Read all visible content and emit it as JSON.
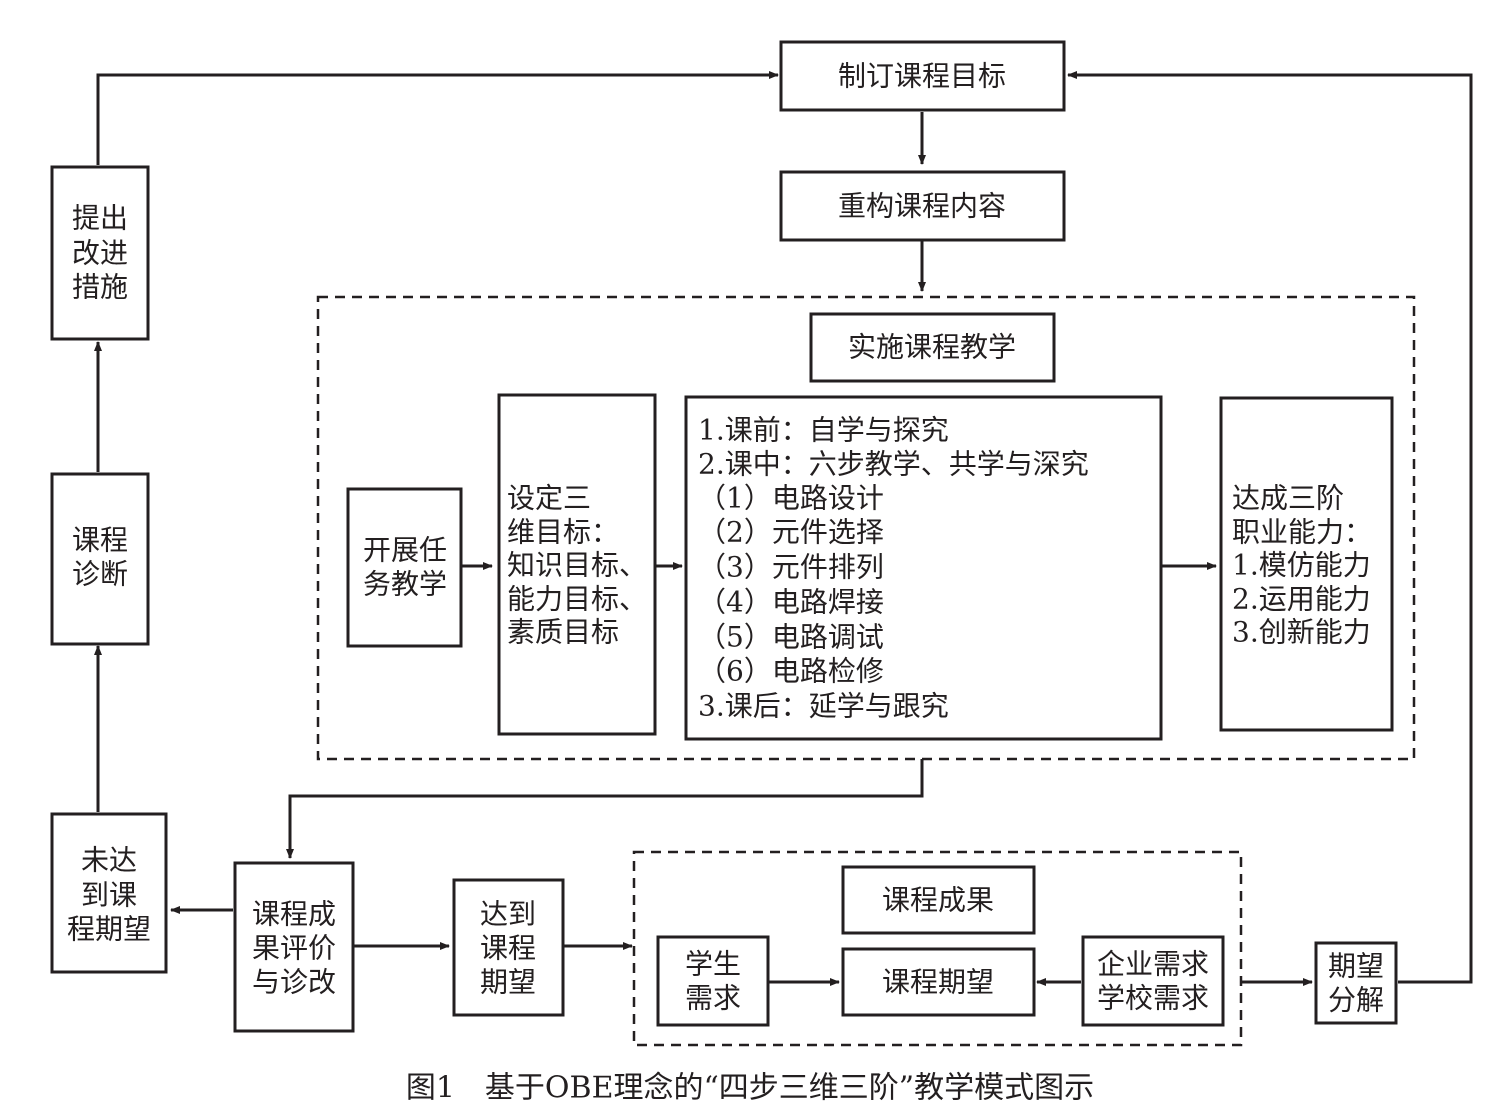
{
  "nodes": {
    "set_goal": "制订课程目标",
    "rebuild_content": "重构课程内容",
    "implement_teaching": "实施课程教学",
    "task_teaching": [
      "开展任",
      "务教学"
    ],
    "three_dim_goals": [
      "设定三",
      "维目标：",
      "知识目标、",
      "能力目标、",
      "素质目标"
    ],
    "process": [
      "1.课前：自学与探究",
      "2.课中：六步教学、共学与深究",
      "（1）电路设计",
      "（2）元件选择",
      "（3）元件排列",
      "（4）电路焊接",
      "（5）电路调试",
      "（6）电路检修",
      "3.课后：延学与跟究"
    ],
    "three_abilities": [
      "达成三阶",
      "职业能力：",
      "1.模仿能力",
      "2.运用能力",
      "3.创新能力"
    ],
    "improve": [
      "提出",
      "改进",
      "措施"
    ],
    "diagnose": [
      "课程",
      "诊断"
    ],
    "not_reached": [
      "未达",
      "到课",
      "程期望"
    ],
    "evaluate": [
      "课程成",
      "果评价",
      "与诊改"
    ],
    "reached": [
      "达到",
      "课程",
      "期望"
    ],
    "course_result": "课程成果",
    "student_needs": [
      "学生",
      "需求"
    ],
    "course_expectation": "课程期望",
    "enterprise_school_needs": [
      "企业需求",
      "学校需求"
    ],
    "decompose": [
      "期望",
      "分解"
    ]
  },
  "caption": "图1　基于OBE理念的“四步三维三阶”教学模式图示"
}
